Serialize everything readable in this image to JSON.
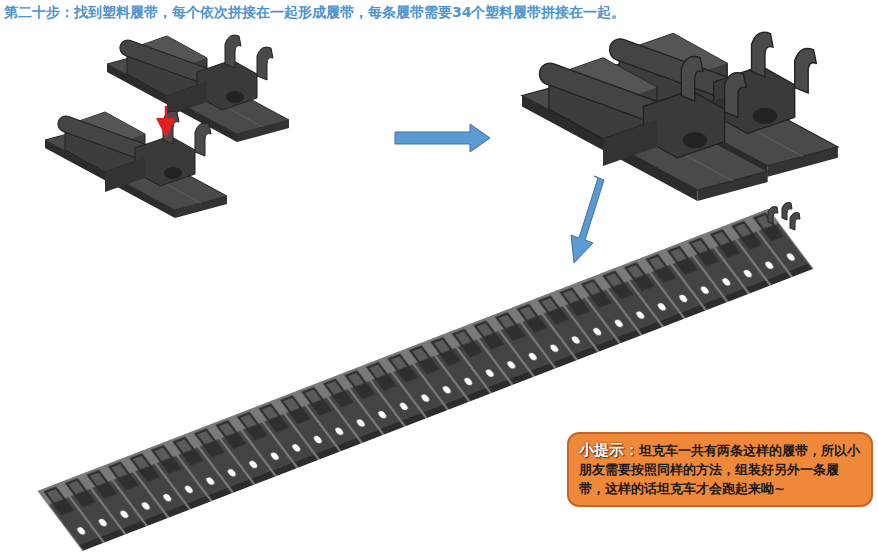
{
  "diagram": {
    "title": "第二十步：找到塑料履带，每个依次拼接在一起形成履带，每条履带需要34个塑料履带拼接在一起。",
    "nodes": [
      {
        "text": [
          "小提示：",
          "坦克车一共有两条这样的履带，所以小朋友需要按照同样的方法，组装好另外一条履带，这样的话坦克车才会跑起来呦~"
        ]
      }
    ]
  }
}
